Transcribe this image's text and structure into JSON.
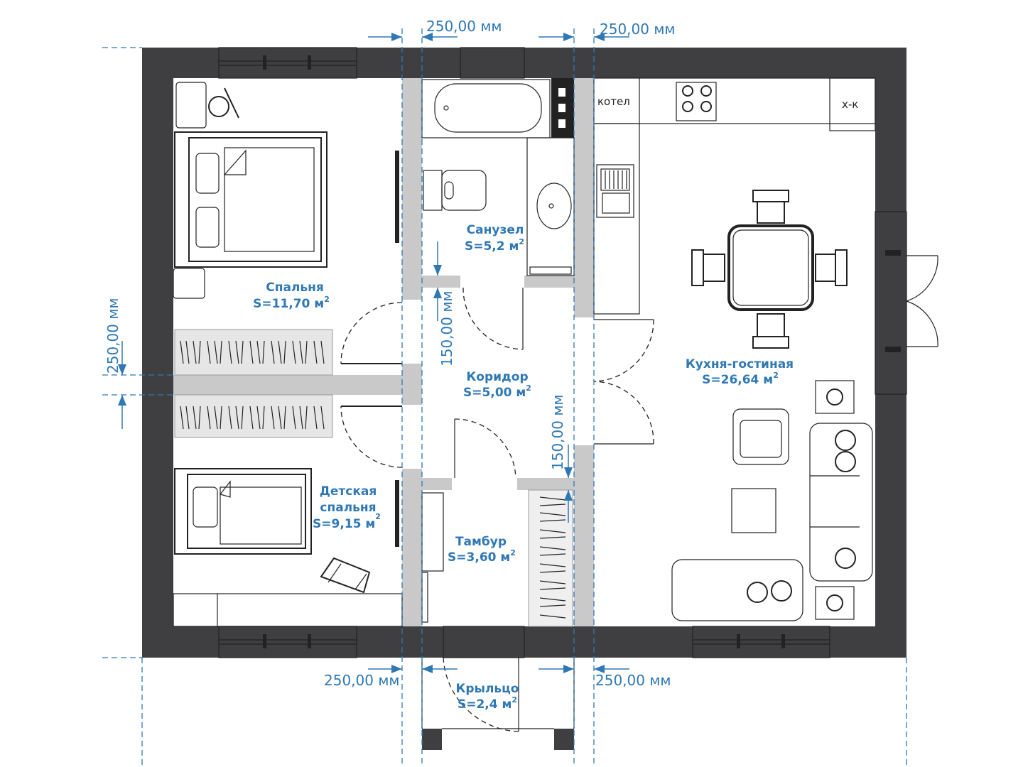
{
  "plan": {
    "rooms": [
      {
        "name": "Спальня",
        "name2": "",
        "area": "S=11,70 м",
        "unit_exp": "2"
      },
      {
        "name": "Детская",
        "name2": "спальня",
        "area": "S=9,15 м",
        "unit_exp": "2"
      },
      {
        "name": "Санузел",
        "name2": "",
        "area": "S=5,2 м",
        "unit_exp": "2"
      },
      {
        "name": "Коридор",
        "name2": "",
        "area": "S=5,00 м",
        "unit_exp": "2"
      },
      {
        "name": "Тамбур",
        "name2": "",
        "area": "S=3,60 м",
        "unit_exp": "2"
      },
      {
        "name": "Кухня-гостиная",
        "name2": "",
        "area": "S=26,64 м",
        "unit_exp": "2"
      },
      {
        "name": "Крыльцо",
        "name2": "",
        "area": "S=2,4 м",
        "unit_exp": "2"
      }
    ],
    "fixtures": {
      "boiler": "котел",
      "fridge": "х-к"
    },
    "dimensions": {
      "top_left": "250,00 мм",
      "top_right": "250,00 мм",
      "left_wall": "250,00 мм",
      "bath_corridor": "150,00 мм",
      "corridor_tambur": "150,00 мм",
      "bottom_left": "250,00 мм",
      "bottom_right": "250,00 мм"
    },
    "colors": {
      "wall": "#3f3f41",
      "partition": "#c9c9c9",
      "label": "#2f78b4"
    }
  }
}
